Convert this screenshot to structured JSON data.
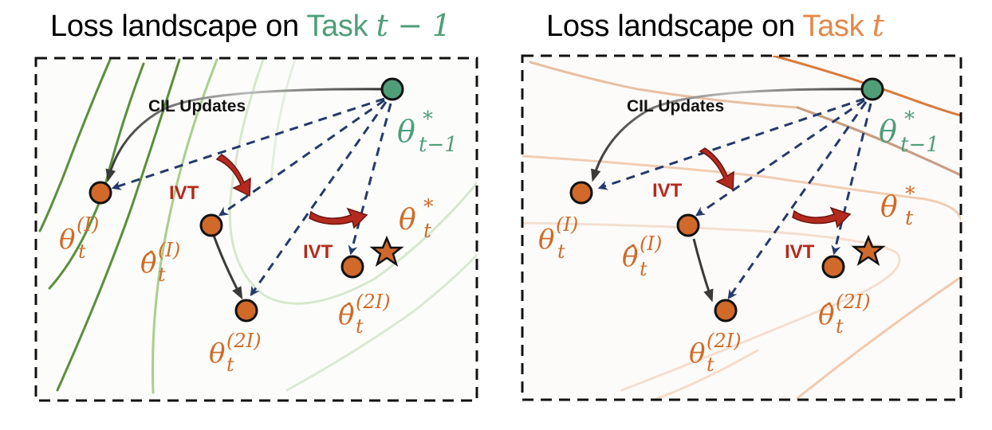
{
  "panels": [
    {
      "id": "left",
      "title_prefix": "Loss landscape on ",
      "title_task": "Task ",
      "title_math": "t − 1",
      "title_accent_color": "#4f9e78",
      "contour_color": "#5a8f3c",
      "background": "#fcfdfb",
      "cil_label": "CIL Updates",
      "ivt_label": "IVT",
      "labels": {
        "theta_prev_opt": {
          "base": "θ",
          "sup": "*",
          "sub": "t−1"
        },
        "theta_opt": {
          "base": "θ",
          "sup": "*",
          "sub": "t"
        },
        "theta_I": {
          "base": "θ",
          "sup": "(I)",
          "sub": "t"
        },
        "theta_hat_I": {
          "base": "θ̂",
          "sup": "(I)",
          "sub": "t"
        },
        "theta_2I": {
          "base": "θ",
          "sup": "(2I)",
          "sub": "t"
        },
        "theta_hat_2I": {
          "base": "θ̂",
          "sup": "(2I)",
          "sub": "t"
        }
      }
    },
    {
      "id": "right",
      "title_prefix": "Loss landscape on ",
      "title_task": "Task ",
      "title_math": "t",
      "title_accent_color": "#e38848",
      "contour_color": "#d97a3a",
      "background": "#fdfbf9",
      "cil_label": "CIL Updates",
      "ivt_label": "IVT",
      "labels": {
        "theta_prev_opt": {
          "base": "θ",
          "sup": "*",
          "sub": "t−1"
        },
        "theta_opt": {
          "base": "θ",
          "sup": "*",
          "sub": "t"
        },
        "theta_I": {
          "base": "θ",
          "sup": "(I)",
          "sub": "t"
        },
        "theta_hat_I": {
          "base": "θ̂",
          "sup": "(I)",
          "sub": "t"
        },
        "theta_2I": {
          "base": "θ",
          "sup": "(2I)",
          "sub": "t"
        },
        "theta_hat_2I": {
          "base": "θ̂",
          "sup": "(2I)",
          "sub": "t"
        }
      }
    }
  ],
  "colors": {
    "prev_opt_node": "#4f9e78",
    "param_node": "#d0692a",
    "dashed_arrow": "#253a6b",
    "ivt_arrow": "#b52a1e",
    "ivt_text": "#b52a1e",
    "cil_arrow": "#3a3a3a",
    "star": "#d0692a"
  }
}
